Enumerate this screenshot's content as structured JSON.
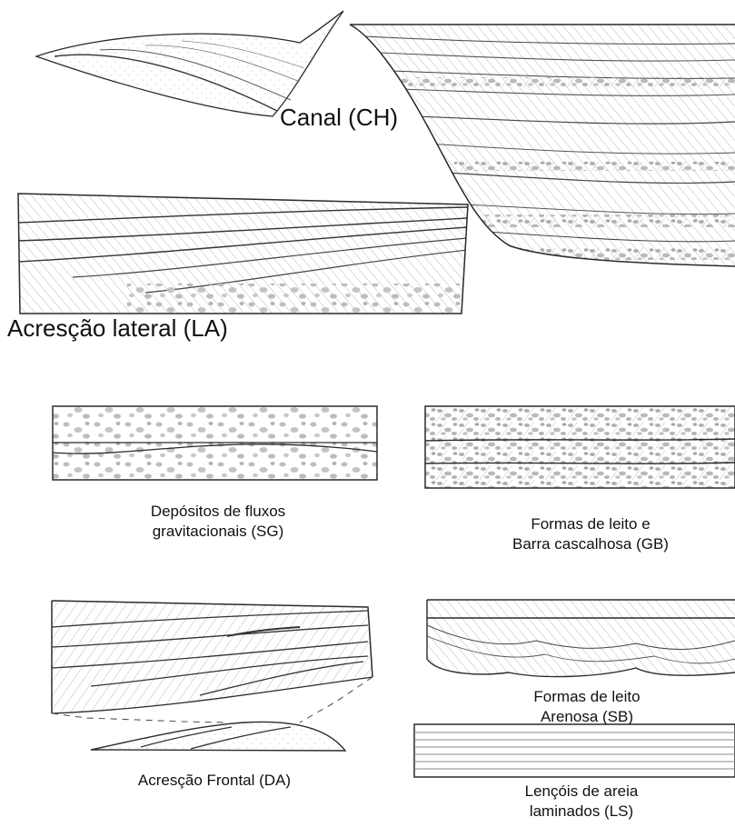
{
  "labels": {
    "ch": "Canal (CH)",
    "la": "Acresção lateral (LA)",
    "sg": [
      "Depósitos de fluxos",
      "gravitacionais (SG)"
    ],
    "gb": [
      "Formas de leito e",
      "Barra cascalhosa (GB)"
    ],
    "da": "Acresção Frontal (DA)",
    "sb": [
      "Formas de leito",
      "Arenosa (SB)"
    ],
    "ls": [
      "Lençóis de areia",
      "laminados (LS)"
    ]
  },
  "colors": {
    "ink": "#2a2a2a",
    "hatch": "#9a9a9a",
    "gravel": "#b9b9b9",
    "paper": "#ffffff"
  }
}
